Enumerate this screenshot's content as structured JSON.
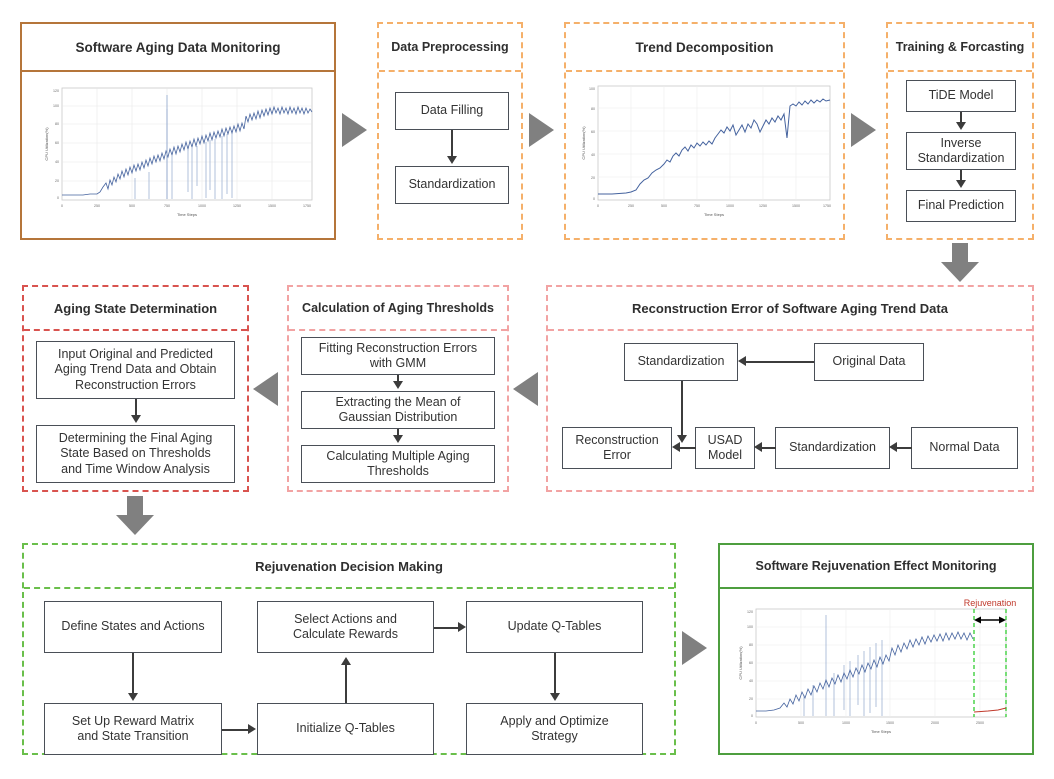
{
  "panels": {
    "monitoring": {
      "title": "Software Aging Data Monitoring"
    },
    "preprocess": {
      "title": "Data Preprocessing"
    },
    "trend": {
      "title": "Trend Decomposition"
    },
    "training": {
      "title": "Training & Forcasting"
    },
    "aging_state": {
      "title": "Aging State Determination"
    },
    "thresholds": {
      "title": "Calculation of Aging Thresholds"
    },
    "recon_error": {
      "title": "Reconstruction Error of Software Aging Trend Data"
    },
    "rejuv_dec": {
      "title": "Rejuvenation Decision Making"
    },
    "rejuv_mon": {
      "title": "Software Rejuvenation Effect Monitoring"
    }
  },
  "boxes": {
    "preprocess": [
      {
        "label": "Data Filling"
      },
      {
        "label": "Standardization"
      }
    ],
    "training": [
      {
        "label": "TiDE Model"
      },
      {
        "label": "Inverse\nStandardization"
      },
      {
        "label": "Final Prediction"
      }
    ],
    "aging_state": [
      {
        "label": "Input Original and Predicted\nAging Trend Data and Obtain\nReconstruction Errors"
      },
      {
        "label": "Determining the Final Aging\nState Based on Thresholds\nand Time Window Analysis"
      }
    ],
    "thresholds": [
      {
        "label": "Fitting Reconstruction Errors\nwith GMM"
      },
      {
        "label": "Extracting the Mean of\nGaussian Distribution"
      },
      {
        "label": "Calculating Multiple Aging\nThresholds"
      }
    ],
    "recon_error": [
      {
        "label": "Standardization"
      },
      {
        "label": "Original Data"
      },
      {
        "label": "Reconstruction\nError"
      },
      {
        "label": "USAD\nModel"
      },
      {
        "label": "Standardization"
      },
      {
        "label": "Normal Data"
      }
    ],
    "rejuv_dec": [
      {
        "label": "Define States and Actions"
      },
      {
        "label": "Select Actions and\nCalculate Rewards"
      },
      {
        "label": "Update Q-Tables"
      },
      {
        "label": "Set Up Reward Matrix\nand State Transition"
      },
      {
        "label": "Initialize Q-Tables"
      },
      {
        "label": "Apply and Optimize\nStrategy"
      }
    ]
  },
  "annotations": {
    "rejuvenation_label": "Rejuvenation"
  },
  "colors": {
    "brown": "#b5753a",
    "orange": "#f5b06a",
    "red": "#d9534f",
    "pink": "#f2a3a3",
    "green_dashed": "#6abf4b",
    "green_solid": "#4d9e3f",
    "arrow_grey": "#808080",
    "box_border": "#4a4f57",
    "series_blue": "#44629e",
    "rejuv_red": "#c0392b"
  },
  "chart_data": [
    {
      "id": "raw_monitoring",
      "type": "line",
      "title": "",
      "xlabel": "Time Steps",
      "ylabel": "CPU Utilization(%)",
      "xlim": [
        0,
        1800
      ],
      "ylim": [
        0,
        130
      ],
      "xticks": [
        0,
        250,
        500,
        750,
        1000,
        1250,
        1500,
        1750
      ],
      "yticks": [
        0,
        20,
        40,
        60,
        80,
        100,
        120
      ],
      "grid": true,
      "legend": "none",
      "series": [
        {
          "name": "CPU Utilization (raw, noisy)",
          "color": "#44629e",
          "description": "Noisy monitoring signal rising from ~5% baseline to ~95% plateau",
          "x": [
            0,
            100,
            200,
            250,
            300,
            350,
            400,
            450,
            500,
            550,
            600,
            650,
            700,
            750,
            800,
            850,
            900,
            950,
            1000,
            1050,
            1100,
            1150,
            1200,
            1250,
            1300,
            1350,
            1400,
            1450,
            1500,
            1550,
            1600,
            1650,
            1700,
            1750
          ],
          "values": [
            5,
            5,
            5,
            6,
            12,
            18,
            22,
            26,
            30,
            33,
            37,
            40,
            44,
            47,
            52,
            56,
            60,
            62,
            66,
            68,
            70,
            72,
            74,
            76,
            84,
            90,
            92,
            93,
            94,
            94,
            95,
            95,
            95,
            95
          ],
          "noise_amplitude": [
            1,
            1,
            1,
            2,
            6,
            8,
            9,
            9,
            10,
            10,
            10,
            10,
            11,
            11,
            12,
            12,
            12,
            12,
            12,
            12,
            12,
            12,
            12,
            12,
            10,
            8,
            8,
            8,
            8,
            8,
            8,
            8,
            8,
            8
          ],
          "dropout_spikes_x": [
            520,
            620,
            760,
            930,
            960,
            990,
            1060,
            1090,
            1120,
            1180,
            1210,
            1240,
            1270
          ],
          "spike_max_x": 760,
          "spike_max_y": 122
        }
      ]
    },
    {
      "id": "trend_decomposition",
      "type": "line",
      "title": "",
      "xlabel": "Time Steps",
      "ylabel": "CPU Utilization(%)",
      "xlim": [
        0,
        1800
      ],
      "ylim": [
        0,
        110
      ],
      "xticks": [
        0,
        250,
        500,
        750,
        1000,
        1250,
        1500,
        1750
      ],
      "yticks": [
        0,
        20,
        40,
        60,
        80,
        100
      ],
      "grid": true,
      "legend": "none",
      "series": [
        {
          "name": "Aging trend component (smoothed)",
          "color": "#44629e",
          "description": "Smoothed monotone-rising trend extracted from raw signal",
          "x": [
            0,
            100,
            200,
            250,
            300,
            350,
            400,
            450,
            500,
            550,
            600,
            650,
            700,
            750,
            800,
            850,
            900,
            950,
            1000,
            1050,
            1100,
            1150,
            1200,
            1250,
            1300,
            1320,
            1350,
            1400,
            1450,
            1500,
            1550,
            1600,
            1650,
            1700,
            1750
          ],
          "values": [
            5,
            5,
            6,
            7,
            13,
            18,
            22,
            26,
            30,
            32,
            37,
            40,
            44,
            46,
            52,
            55,
            58,
            56,
            62,
            66,
            58,
            62,
            66,
            70,
            72,
            55,
            74,
            90,
            92,
            91,
            93,
            92,
            94,
            93,
            94
          ]
        }
      ]
    },
    {
      "id": "rejuvenation_effect",
      "type": "line",
      "title": "",
      "xlabel": "Time Steps",
      "ylabel": "CPU Utilization(%)",
      "xlim": [
        0,
        2800
      ],
      "ylim": [
        0,
        130
      ],
      "xticks": [
        0,
        500,
        1000,
        1500,
        2000,
        2500
      ],
      "yticks": [
        0,
        20,
        40,
        60,
        80,
        100,
        120
      ],
      "grid": true,
      "legend": "none",
      "annotations": [
        {
          "text": "Rejuvenation",
          "color": "#c0392b",
          "type": "span-label"
        },
        {
          "type": "vline",
          "x": 1800,
          "color": "#3ecf3e",
          "style": "dashed"
        },
        {
          "type": "vline",
          "x": 2700,
          "color": "#3ecf3e",
          "style": "dashed"
        },
        {
          "type": "double-arrow",
          "from_x": 1800,
          "to_x": 2700,
          "color": "#000000"
        }
      ],
      "series": [
        {
          "name": "CPU Utilization before rejuvenation (noisy)",
          "color": "#44629e",
          "description": "Noisy aging signal up to the rejuvenation point at x=1800",
          "x": [
            0,
            150,
            300,
            400,
            500,
            600,
            700,
            800,
            900,
            1000,
            1100,
            1200,
            1300,
            1400,
            1500,
            1600,
            1700,
            1800
          ],
          "values": [
            5,
            5,
            10,
            20,
            30,
            38,
            45,
            52,
            58,
            64,
            72,
            82,
            90,
            93,
            94,
            94,
            95,
            95
          ],
          "noise_amplitude": [
            1,
            1,
            6,
            9,
            10,
            11,
            12,
            12,
            12,
            12,
            12,
            10,
            9,
            9,
            9,
            9,
            9,
            9
          ]
        },
        {
          "name": "CPU Utilization after rejuvenation",
          "color": "#c0392b",
          "description": "Low, slowly rising utilization after rejuvenation action",
          "x": [
            1800,
            2100,
            2400,
            2700
          ],
          "values": [
            4,
            5,
            6,
            8
          ]
        }
      ]
    }
  ]
}
